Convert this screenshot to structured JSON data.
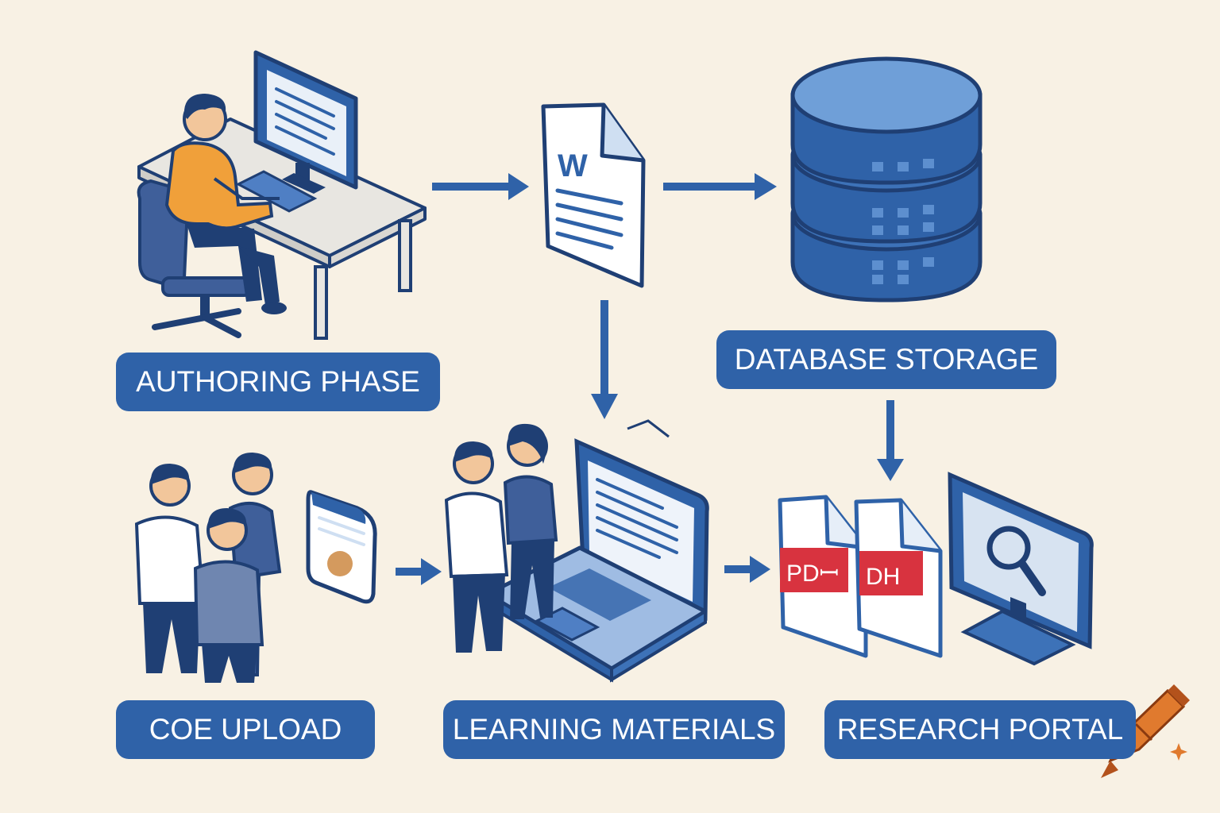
{
  "labels": {
    "authoring": "AUTHORING PHASE",
    "database": "DATABASE STORAGE",
    "coe": "COE UPLOAD",
    "learning": "LEARNING MATERIALS",
    "research": "RESEARCH PORTAL"
  },
  "document_icon": {
    "letter": "W"
  },
  "pdf_files": [
    "PDꟷ",
    "DH"
  ],
  "colors": {
    "background": "#f8f1e4",
    "primary_blue": "#2f62a8",
    "dark_navy": "#1f3f74",
    "light_blue": "#cfdff2",
    "orange_shirt": "#f0a03a",
    "pdf_red": "#d8333f"
  },
  "icons": [
    "person-at-computer-icon",
    "word-document-icon",
    "database-icon",
    "group-of-people-icon",
    "id-card-icon",
    "laptop-icon",
    "pdf-file-icon",
    "monitor-search-icon",
    "crayon-logo-icon"
  ]
}
